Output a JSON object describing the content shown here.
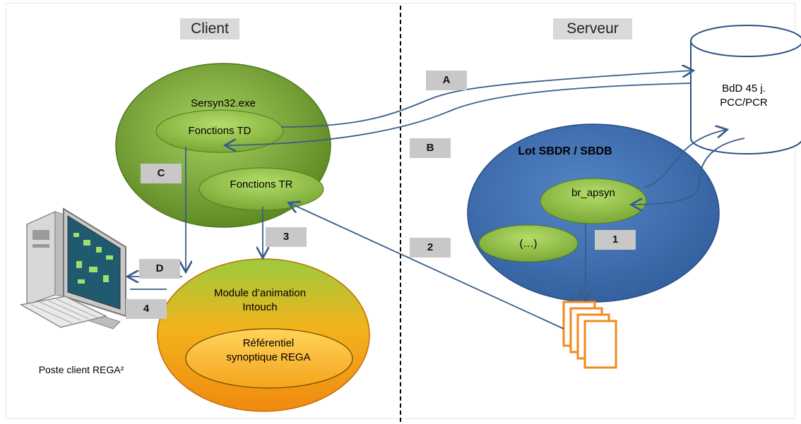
{
  "headers": {
    "client": "Client",
    "server": "Serveur"
  },
  "client": {
    "process": "Sersyn32.exe",
    "td": "Fonctions TD",
    "tr": "Fonctions TR",
    "animation_line1": "Module d’animation",
    "animation_line2": "Intouch",
    "referentiel_line1": "Référentiel",
    "referentiel_line2": "synoptique REGA",
    "workstation_label": "Poste client REGA²"
  },
  "server": {
    "batch": "Lot SBDR / SBDB",
    "apsyn": "br_apsyn",
    "other": "(…)",
    "db_line1": "BdD 45 j.",
    "db_line2": "PCC/PCR"
  },
  "flow_labels": {
    "A": "A",
    "B": "B",
    "C": "C",
    "D": "D",
    "n1": "1",
    "n2": "2",
    "n3": "3",
    "n4": "4"
  },
  "colors": {
    "green_outer": "#6e9a2c",
    "green_inner": "#8fbf3f",
    "blue": "#3f6fb0",
    "orange": "#f7a21b",
    "arrow": "#385d8a",
    "files": "#f28a1e"
  }
}
